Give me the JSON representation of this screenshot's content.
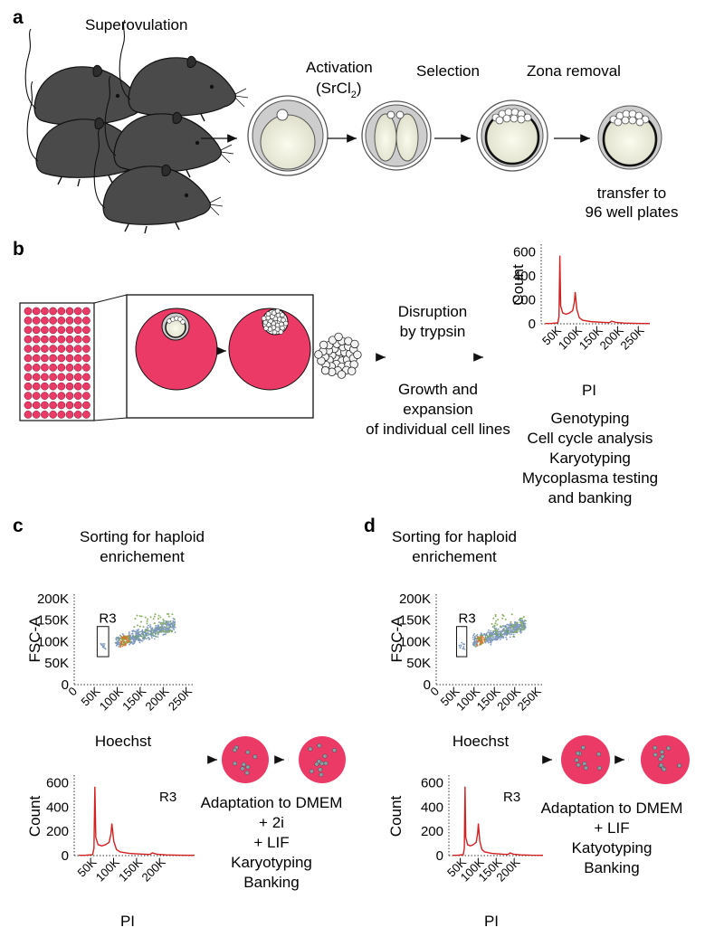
{
  "panels": {
    "a": "a",
    "b": "b",
    "c": "c",
    "d": "d"
  },
  "a": {
    "superovulation": "Superovulation",
    "activation": "Activation",
    "activation_agent_base": "(SrCl",
    "activation_agent_sub": "2",
    "activation_agent_end": ")",
    "selection": "Selection",
    "zona_removal": "Zona removal",
    "transfer_line1": "transfer to",
    "transfer_line2": "96 well plates"
  },
  "b": {
    "disruption_line1": "Disruption",
    "disruption_line2": "by trypsin",
    "growth_line1": "Growth and",
    "growth_line2": "expansion",
    "growth_line3": "of individual cell lines",
    "analysis_lines": [
      "Genotyping",
      "Cell cycle analysis",
      "Karyotyping",
      "Mycoplasma testing",
      "and banking"
    ]
  },
  "c": {
    "title_line1": "Sorting for haploid",
    "title_line2": "enrichement",
    "adaptation_lines": [
      "Adaptation to DMEM",
      "+ 2i",
      "+ LIF",
      "Karyotyping",
      "Banking"
    ]
  },
  "d": {
    "title_line1": "Sorting for haploid",
    "title_line2": "enrichement",
    "adaptation_lines": [
      "Adaptation to DMEM",
      "+ LIF",
      "Katyotyping",
      "Banking"
    ]
  },
  "chart_data": [
    {
      "id": "b-histogram",
      "type": "line",
      "xlabel": "PI",
      "ylabel": "Count",
      "xticks": [
        "50K",
        "100K",
        "150K",
        "200K",
        "250K"
      ],
      "yticks": [
        "600",
        "400",
        "200",
        "0"
      ],
      "ylim": [
        0,
        650
      ],
      "xlim": [
        0,
        262
      ],
      "series": [
        {
          "color": "#d42020",
          "x": [
            10,
            25,
            40,
            43,
            45,
            47,
            52,
            60,
            68,
            76,
            80,
            82,
            86,
            92,
            100,
            120,
            150,
            165,
            170,
            180,
            200,
            230,
            262
          ],
          "y": [
            2,
            3,
            8,
            60,
            570,
            150,
            90,
            80,
            90,
            110,
            180,
            265,
            120,
            50,
            30,
            18,
            12,
            10,
            22,
            12,
            6,
            3,
            2
          ]
        }
      ]
    },
    {
      "id": "c-scatter",
      "type": "scatter",
      "xlabel": "Hoechst",
      "ylabel": "FSC-A",
      "xticks": [
        "0",
        "50K",
        "100K",
        "150K",
        "200K",
        "250K"
      ],
      "yticks": [
        "200K",
        "150K",
        "100K",
        "50K",
        "0"
      ],
      "xlim": [
        0,
        262
      ],
      "ylim": [
        0,
        210
      ],
      "gate": {
        "label": "R3",
        "x": [
          50,
          75
        ],
        "y": [
          65,
          135
        ]
      }
    },
    {
      "id": "c-histogram",
      "type": "line",
      "xlabel": "PI",
      "ylabel": "Count",
      "gate_label": "R3",
      "xticks": [
        "50K",
        "100K",
        "150K",
        "200K"
      ],
      "yticks": [
        "600",
        "400",
        "200",
        "0"
      ],
      "xlim": [
        0,
        262
      ],
      "ylim": [
        0,
        650
      ],
      "series": [
        {
          "color": "#d42020",
          "x": [
            10,
            25,
            40,
            43,
            45,
            47,
            52,
            60,
            68,
            76,
            80,
            82,
            86,
            92,
            100,
            120,
            150,
            165,
            170,
            180,
            200,
            230,
            262
          ],
          "y": [
            2,
            3,
            8,
            60,
            570,
            150,
            90,
            80,
            90,
            110,
            180,
            265,
            120,
            50,
            30,
            18,
            12,
            10,
            22,
            12,
            6,
            3,
            2
          ]
        }
      ]
    },
    {
      "id": "d-scatter",
      "type": "scatter",
      "xlabel": "Hoechst",
      "ylabel": "FSC-A",
      "xticks": [
        "0",
        "50K",
        "100K",
        "150K",
        "200K",
        "250K"
      ],
      "yticks": [
        "200K",
        "150K",
        "100K",
        "50K",
        "0"
      ],
      "xlim": [
        0,
        262
      ],
      "ylim": [
        0,
        210
      ],
      "gate": {
        "label": "R3",
        "x": [
          50,
          75
        ],
        "y": [
          65,
          135
        ]
      }
    },
    {
      "id": "d-histogram",
      "type": "line",
      "xlabel": "PI",
      "ylabel": "Count",
      "gate_label": "R3",
      "xticks": [
        "50K",
        "100K",
        "150K",
        "200K"
      ],
      "yticks": [
        "600",
        "400",
        "200",
        "0"
      ],
      "xlim": [
        0,
        262
      ],
      "ylim": [
        0,
        650
      ],
      "series": [
        {
          "color": "#d42020",
          "x": [
            10,
            25,
            40,
            43,
            45,
            47,
            52,
            60,
            68,
            76,
            80,
            82,
            86,
            92,
            100,
            120,
            150,
            165,
            170,
            180,
            200,
            230,
            262
          ],
          "y": [
            2,
            3,
            8,
            60,
            570,
            150,
            90,
            80,
            90,
            110,
            180,
            265,
            120,
            50,
            30,
            18,
            12,
            10,
            22,
            12,
            6,
            3,
            2
          ]
        }
      ]
    }
  ],
  "colors": {
    "well": "#ec3a66",
    "mouse": "#4a4a4a",
    "histogram": "#d42020",
    "cell_fill": "#f1f1e0"
  }
}
